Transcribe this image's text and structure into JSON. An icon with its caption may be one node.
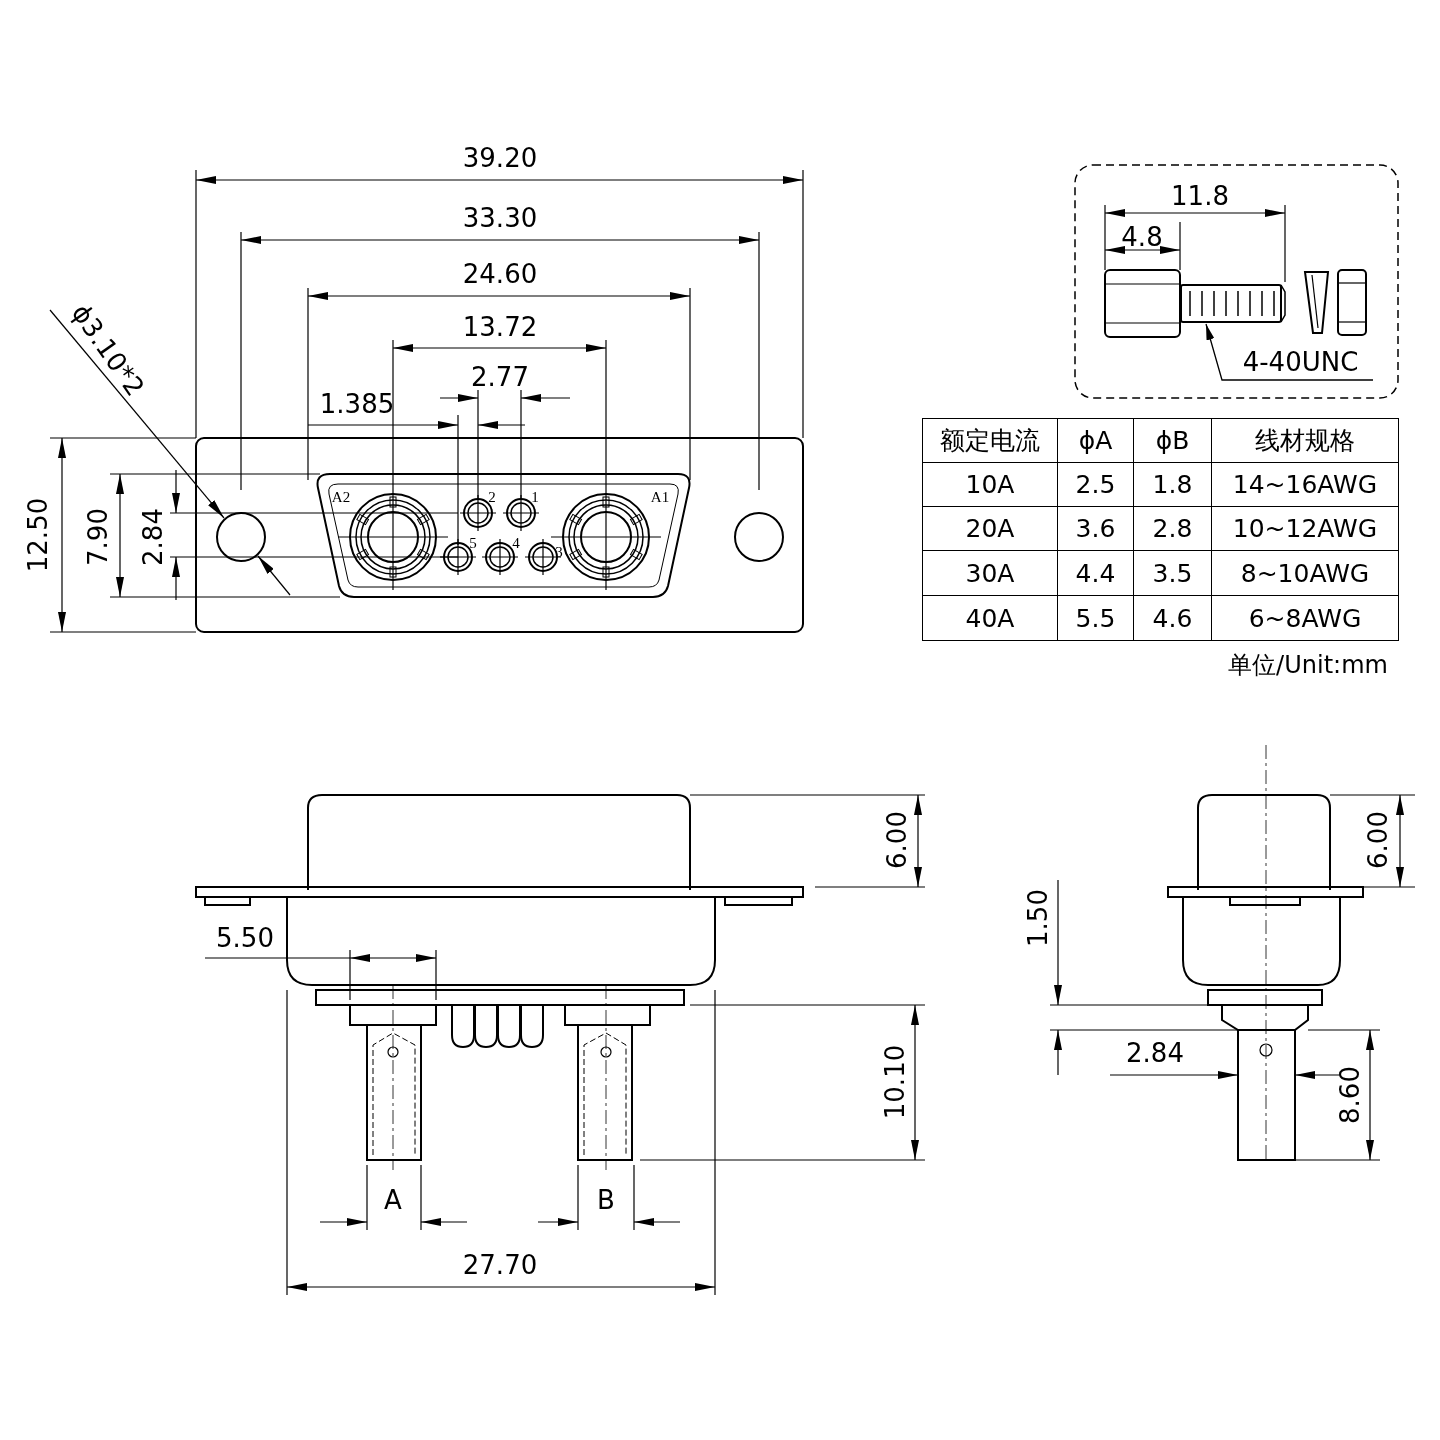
{
  "diagram": {
    "nodes": [
      {
        "text": [
          "4-40UNC"
        ]
      },
      {
        "text": [],
        "shape": "picture"
      }
    ],
    "edges": [
      {
        "from": 0,
        "to": 1,
        "arrow": "to"
      }
    ],
    "labels": [
      "39.20",
      "33.30",
      "24.60",
      "13.72",
      "ϕ3.10*2",
      "2.77",
      "1.385",
      "A2",
      "2",
      "1",
      "A1",
      "5",
      "4",
      "3",
      "12.50",
      "7.90",
      "2.84",
      "11.8",
      "4.8",
      "额定电流",
      "ϕA",
      "ϕB",
      "线材规格",
      "10A",
      "2.5",
      "1.8",
      "14~16AWG",
      "20A",
      "3.6",
      "2.8",
      "10~12AWG",
      "30A",
      "4.4",
      "3.5",
      "8~10AWG",
      "40A",
      "5.5",
      "4.6",
      "6~8AWG",
      "单位/Unit:mm",
      "6.00",
      "5.50",
      "10.10",
      "A",
      "B",
      "27.70",
      "1.50",
      "6.00",
      "2.84",
      "8.60"
    ]
  }
}
